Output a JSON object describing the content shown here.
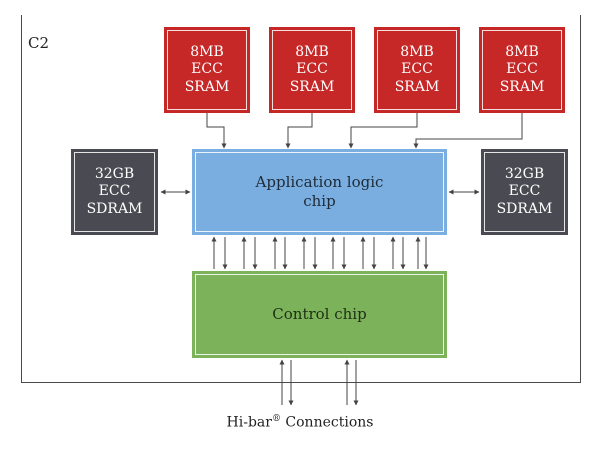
{
  "frame": {
    "label": "C2"
  },
  "sram_blocks": [
    {
      "label": "8MB\nECC\nSRAM"
    },
    {
      "label": "8MB\nECC\nSRAM"
    },
    {
      "label": "8MB\nECC\nSRAM"
    },
    {
      "label": "8MB\nECC\nSRAM"
    }
  ],
  "sdram_blocks": [
    {
      "label": "32GB\nECC\nSDRAM"
    },
    {
      "label": "32GB\nECC\nSDRAM"
    }
  ],
  "application_chip": {
    "label": "Application logic\nchip"
  },
  "control_chip": {
    "label": "Control chip"
  },
  "connections": {
    "label": "Hi-bar",
    "mark": "®",
    "suffix": " Connections"
  },
  "colors": {
    "sram": "#c62828",
    "sdram": "#4a4a52",
    "application_chip": "#7aaee0",
    "control_chip": "#7cb35a",
    "wire": "#444444"
  }
}
